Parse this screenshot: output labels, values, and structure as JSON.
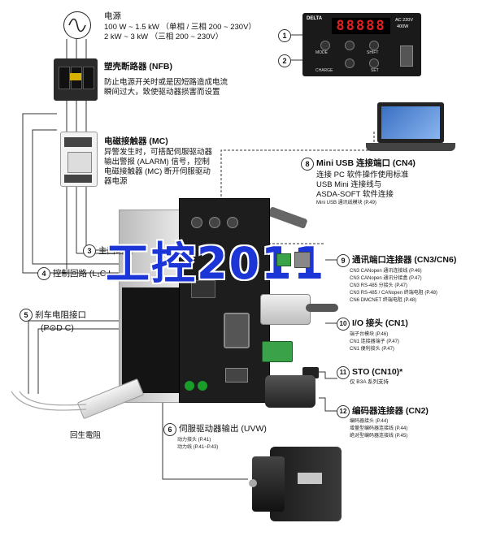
{
  "power": {
    "title": "电源",
    "line1": "100 W ~ 1.5 kW （单相 / 三相 200 ~ 230V）",
    "line2": "2 kW ~ 3 kW （三相 200 ~ 230V）"
  },
  "nfb": {
    "title": "塑壳断路器 (NFB)",
    "line1": "防止电源开关时或是因短路造成电流",
    "line2": "瞬间过大，致使驱动器损害而设置"
  },
  "mc": {
    "title": "电磁接触器 (MC)",
    "line1": "异警发生时，可搭配伺服驱动器",
    "line2": "输出警报 (ALARM) 信号，控制",
    "line3": "电磁接触器 (MC) 断开伺服驱动",
    "line4": "器电源"
  },
  "panel": {
    "display": "88888",
    "label_mode": "MODE",
    "label_shift": "SHIFT",
    "label_set": "SET",
    "label_charge": "CHARGE",
    "label_spec1": "AC 220V",
    "label_spec2": "400W",
    "brand": "DELTA"
  },
  "callouts": [
    {
      "num": "1"
    },
    {
      "num": "2"
    },
    {
      "num": "3",
      "text": "主回路端"
    },
    {
      "num": "4",
      "text": "控制回路 (L₁C L"
    },
    {
      "num": "5",
      "title": "刹车电阻接口",
      "sub": "(P⊙D C)"
    },
    {
      "num": "6",
      "title": "伺服驱动器输出 (UVW)",
      "d1": "动力接头 (P.41)",
      "d2": "动力线 (P.41~P.43)"
    },
    {
      "num": "8",
      "title": "Mini USB 连接端口 (CN4)",
      "d1": "连接 PC 软件操作使用标准",
      "d2": "USB Mini 连接线与",
      "d3": "ASDA-SOFT 软件连接",
      "d4": "Mini USB 通讯线模块 (P.49)"
    },
    {
      "num": "9",
      "title": "通讯端口连接器 (CN3/CN6)",
      "d1": "CN3 CANopen 通讯连接线 (P.46)",
      "d2": "CN3 CANopen 通讯分接盒 (P.47)",
      "d3": "CN3 RS-485 分接头 (P.47)",
      "d4": "CN3 RS-485 / CANopen 终端电阻 (P.48)",
      "d5": "CN6 DMCNET 终端电阻 (P.48)"
    },
    {
      "num": "10",
      "title": "I/O 接头 (CN1)",
      "d1": "端子台模块 (P.46)",
      "d2": "CN1 连接器端子 (P.47)",
      "d3": "CN1 便利接头 (P.47)"
    },
    {
      "num": "11",
      "title": "STO (CN10)*",
      "d1": "仅 B3A 系列支持"
    },
    {
      "num": "12",
      "title": "编码器连接器 (CN2)",
      "d1": "编码器接头 (P.44)",
      "d2": "增量型编码器连接线 (P.44)",
      "d3": "绝对型编码器连接线 (P.45)"
    }
  ],
  "resistor_label": "回生電阻",
  "watermark": "工控2011",
  "colors": {
    "watermark": "#1b35d6",
    "panel": "#1a1a1a",
    "led": "#e02020"
  }
}
